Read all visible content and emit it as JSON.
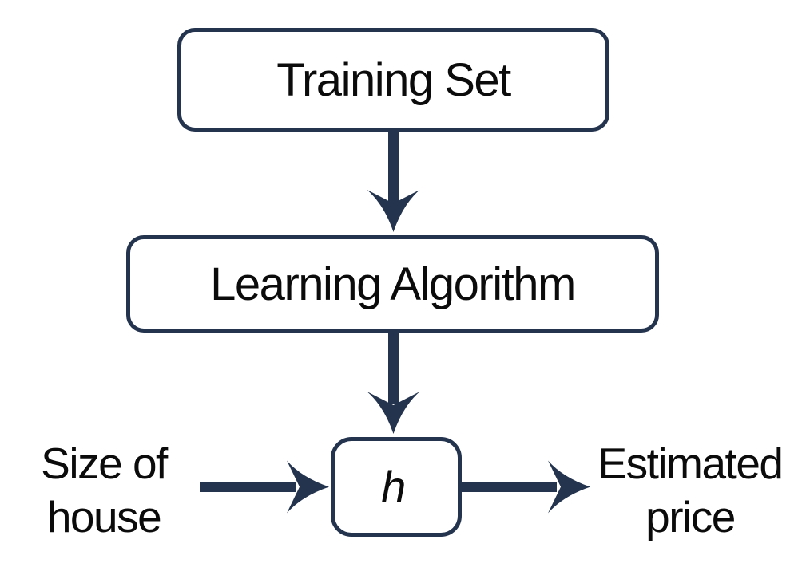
{
  "theme": {
    "background": "#ffffff",
    "accent_color": "#24344e",
    "text_color": "#0b0b0b"
  },
  "nodes": {
    "training_set": {
      "label": "Training Set"
    },
    "learning_algorithm": {
      "label": "Learning Algorithm"
    },
    "hypothesis": {
      "label": "h"
    }
  },
  "labels": {
    "input": {
      "line1": "Size of",
      "line2": "house"
    },
    "output": {
      "line1": "Estimated",
      "line2": "price"
    }
  },
  "arrows": [
    {
      "name": "training-set-to-learning-algorithm",
      "direction": "down"
    },
    {
      "name": "learning-algorithm-to-hypothesis",
      "direction": "down"
    },
    {
      "name": "size-of-house-to-hypothesis",
      "direction": "right"
    },
    {
      "name": "hypothesis-to-estimated-price",
      "direction": "right"
    }
  ]
}
